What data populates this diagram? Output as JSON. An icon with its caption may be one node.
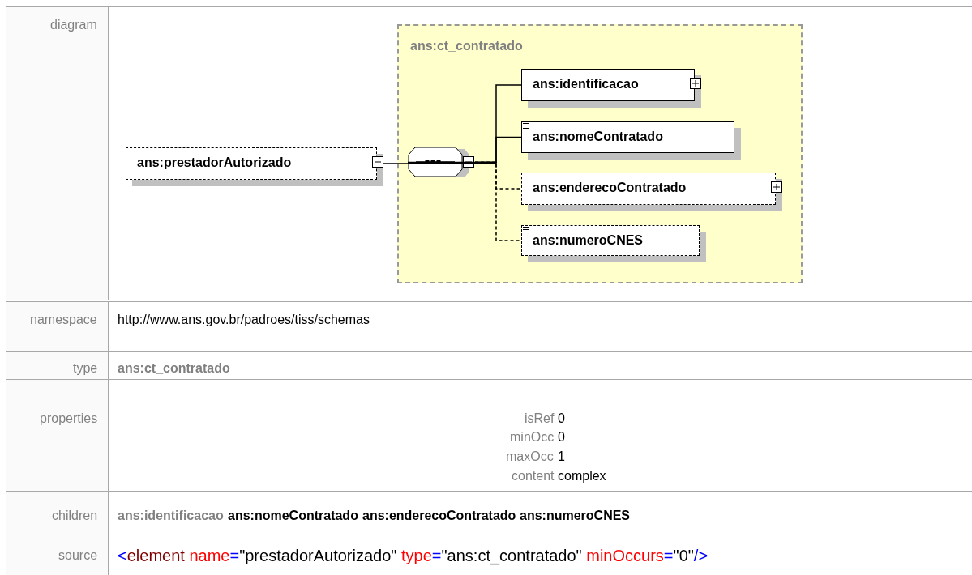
{
  "diagram": {
    "nodes": [
      {
        "text": [
          "ans:prestadorAutorizado"
        ]
      },
      {
        "text": [
          "ans:ct_contratado"
        ]
      },
      {
        "text": [],
        "shape": "octagon",
        "in": 1
      },
      {
        "text": [
          "ans:identificacao"
        ],
        "in": 1
      },
      {
        "text": [
          "ans:nomeContratado"
        ],
        "in": 1
      },
      {
        "text": [
          "ans:enderecoContratado"
        ],
        "in": 1
      },
      {
        "text": [
          "ans:numeroCNES"
        ],
        "in": 1
      }
    ],
    "edges": [
      {
        "from": 0,
        "to": 2,
        "arrow": "none"
      },
      {
        "from": 2,
        "to": 3,
        "arrow": "none"
      },
      {
        "from": 2,
        "to": 4,
        "arrow": "none"
      },
      {
        "from": 2,
        "to": 5,
        "arrow": "none",
        "style": "dashed"
      },
      {
        "from": 2,
        "to": 6,
        "arrow": "none",
        "style": "dashed"
      }
    ],
    "labels": [
      "diagram",
      "namespace",
      "http://www.ans.gov.br/padroes/tiss/schemas",
      "type",
      "ans:ct_contratado",
      "properties",
      "isRef",
      "0",
      "minOcc",
      "0",
      "maxOcc",
      "1",
      "content",
      "complex",
      "children",
      "ans:identificacao",
      "ans:nomeContratado",
      "ans:enderecoContratado",
      "ans:numeroCNES",
      "source",
      "<element name=\"prestadorAutorizado\" type=\"ans:ct_contratado\" minOccurs=\"0\"/>"
    ]
  }
}
